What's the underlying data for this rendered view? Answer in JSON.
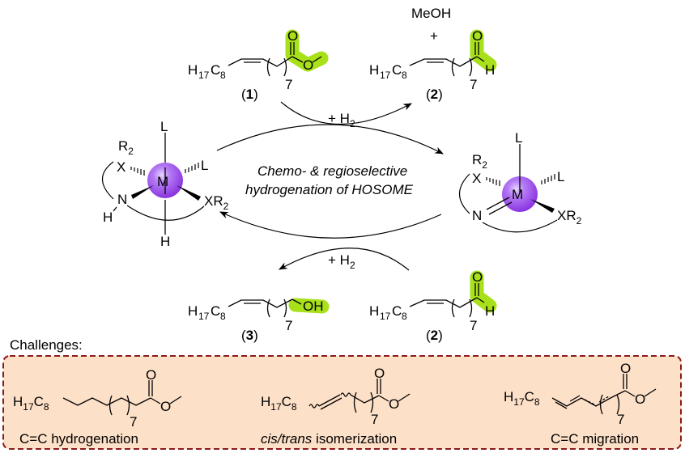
{
  "colors": {
    "highlight": "#a8e01a",
    "metal_sphere": "#9b4de8",
    "challenge_fill": "#fde0c8",
    "challenge_border": "#8b1a1a"
  },
  "top": {
    "byproduct": "MeOH",
    "plus": "+",
    "reagent": "+ H",
    "reagent_sub": "2",
    "compound1": {
      "chain": "H",
      "sub1": "17",
      "c": "C",
      "sub2": "8",
      "repeat": "7",
      "O1": "O",
      "O2": "O",
      "label_open": "(",
      "label_num": "1",
      "label_close": ")"
    },
    "compound2": {
      "chain": "H",
      "sub1": "17",
      "c": "C",
      "sub2": "8",
      "repeat": "7",
      "O": "O",
      "H": "H",
      "label_open": "(",
      "label_num": "2",
      "label_close": ")"
    }
  },
  "cycle": {
    "center_line1": "Chemo- & regioselective",
    "center_line2": "hydrogenation of HOSOME"
  },
  "left_complex": {
    "M": "M",
    "L_top": "L",
    "L_right": "L",
    "X": "X",
    "R": "R",
    "R_sub": "2",
    "N": "N",
    "H_N": "H",
    "XR": "XR",
    "XR_sub": "2",
    "H_bottom": "H"
  },
  "right_complex": {
    "M": "M",
    "L_top": "L",
    "L_right": "L",
    "X": "X",
    "R": "R",
    "R_sub": "2",
    "N": "N",
    "XR": "XR",
    "XR_sub": "2"
  },
  "bottom": {
    "reagent": "+ H",
    "reagent_sub": "2",
    "compound3": {
      "chain": "H",
      "sub1": "17",
      "c": "C",
      "sub2": "8",
      "repeat": "7",
      "OH": "OH",
      "label_open": "(",
      "label_num": "3",
      "label_close": ")"
    },
    "compound2": {
      "chain": "H",
      "sub1": "17",
      "c": "C",
      "sub2": "8",
      "repeat": "7",
      "O": "O",
      "H": "H",
      "label_open": "(",
      "label_num": "2",
      "label_close": ")"
    }
  },
  "challenges": {
    "title": "Challenges:",
    "items": [
      {
        "label": "C=C hydrogenation",
        "repeat": "7"
      },
      {
        "label_italic1": "cis",
        "label_sep": "/",
        "label_italic2": "trans",
        "label_rest": " isomerization",
        "repeat": "7"
      },
      {
        "label": "C=C migration",
        "repeat": "7"
      }
    ]
  }
}
